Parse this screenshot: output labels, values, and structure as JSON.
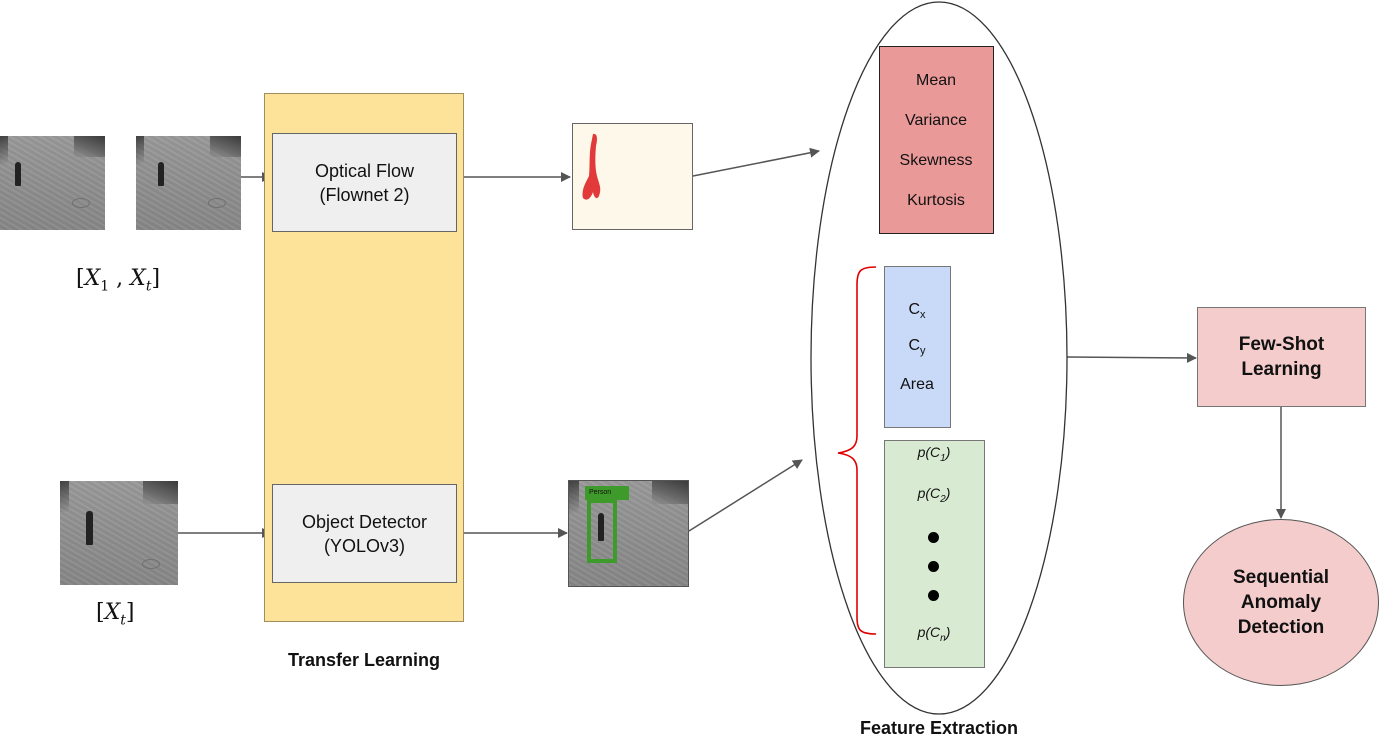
{
  "inputs": {
    "pair_label_open": "[",
    "pair_x1": "X",
    "pair_x1_sub": "1",
    "pair_sep": " , ",
    "pair_xt": "X",
    "pair_xt_sub": "t",
    "pair_label_close": "]",
    "single_label_open": "[",
    "single_x": "X",
    "single_x_sub": "t",
    "single_label_close": "]"
  },
  "transfer_learning": {
    "caption": "Transfer Learning",
    "optical_flow_line1": "Optical Flow",
    "optical_flow_line2": "(Flownet 2)",
    "object_detector_line1": "Object Detector",
    "object_detector_line2": "(YOLOv3)"
  },
  "detection_tag": "Person",
  "feature_extraction": {
    "caption": "Feature Extraction",
    "stats": [
      "Mean",
      "Variance",
      "Skewness",
      "Kurtosis"
    ],
    "bbox": {
      "cx": "C",
      "cx_sub": "x",
      "cy": "C",
      "cy_sub": "y",
      "area": "Area"
    },
    "probs": {
      "p1_pre": "p(C",
      "p1_sub": "1",
      "p1_post": ")",
      "p2_pre": "p(C",
      "p2_sub": "2",
      "p2_post": ")",
      "pn_pre": "p(C",
      "pn_sub": "n",
      "pn_post": ")"
    }
  },
  "few_shot": {
    "line1": "Few-Shot",
    "line2": "Learning"
  },
  "anomaly": {
    "line1": "Sequential",
    "line2": "Anomaly",
    "line3": "Detection"
  },
  "colors": {
    "transfer_bg": "#fde39a",
    "stats_bg": "#ea9999",
    "bbox_bg": "#c9daf8",
    "probs_bg": "#d9ead3",
    "few_shot_bg": "#f4cccc",
    "anomaly_bg": "#f4cccc",
    "brace": "#e00000",
    "flow_bg": "#fdf8ea",
    "flow_mark": "#e23a3a",
    "detect_box": "#3f9a2c"
  }
}
